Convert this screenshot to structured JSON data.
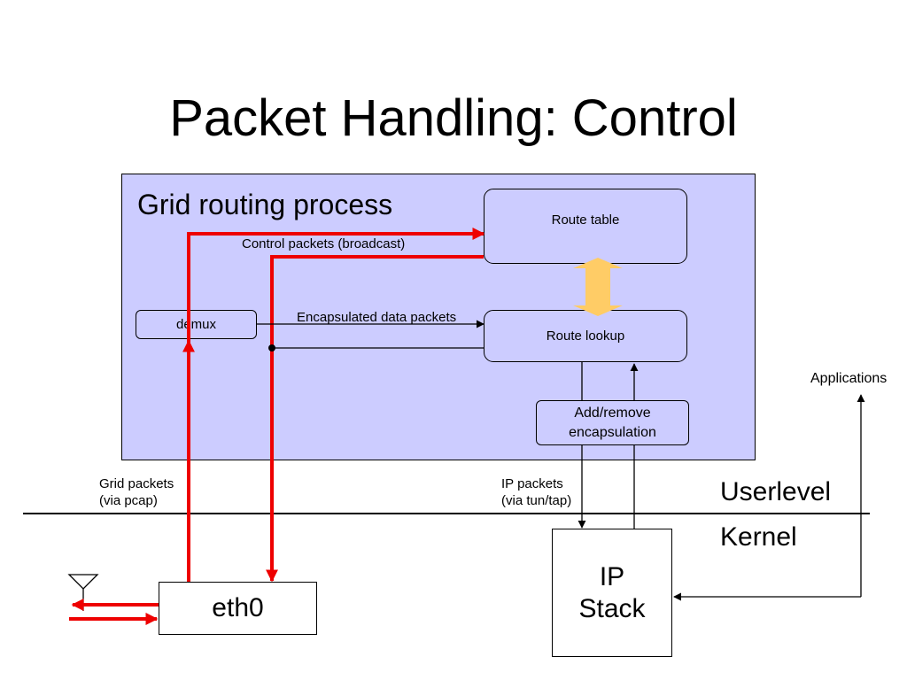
{
  "slide": {
    "title": "Packet Handling: Control"
  },
  "diagram": {
    "region_label": "Grid routing process",
    "boxes": {
      "route_table": "Route table",
      "route_lookup": "Route lookup",
      "demux": "demux",
      "encap": [
        "Add/remove",
        "encapsulation"
      ],
      "eth0": "eth0",
      "ip_stack": [
        "IP",
        "Stack"
      ]
    },
    "labels": {
      "control_packets": "Control packets (broadcast)",
      "encapsulated": "Encapsulated data packets",
      "grid_packets": [
        "Grid packets",
        "(via pcap)"
      ],
      "ip_packets": [
        "IP packets",
        "(via tun/tap)"
      ],
      "applications": "Applications",
      "userlevel": "Userlevel",
      "kernel": "Kernel"
    },
    "colors": {
      "region": "#ccccff",
      "control_path": "#ee0000",
      "sync_arrow": "#ffcc66",
      "line": "#000000"
    }
  }
}
